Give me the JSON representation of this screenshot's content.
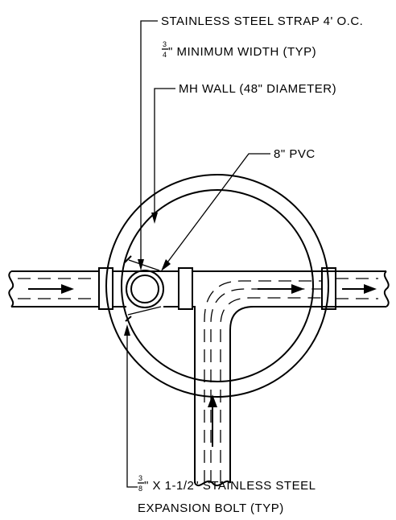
{
  "labels": {
    "strap_line1": "STAINLESS STEEL STRAP 4' O.C.",
    "strap_line2_frac_num": "3",
    "strap_line2_frac_den": "4",
    "strap_line2_text": "\" MINIMUM WIDTH (TYP)",
    "mh_wall": "MH WALL (48\" DIAMETER)",
    "pvc": "8\" PVC",
    "bolt_line1_frac_num": "3",
    "bolt_line1_frac_den": "8",
    "bolt_line1_text": "\" X 1-1/2\" STAINLESS STEEL",
    "bolt_line2": "EXPANSION BOLT (TYP)"
  }
}
